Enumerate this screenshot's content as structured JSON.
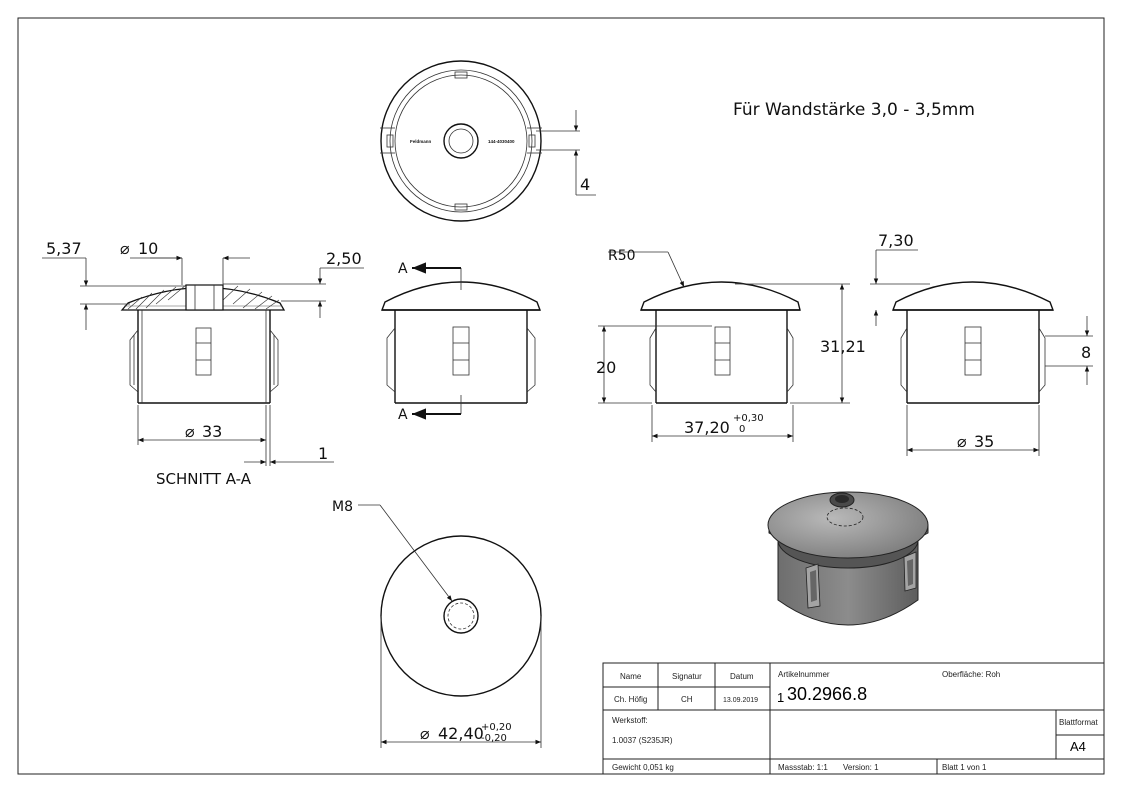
{
  "note": "Für Wandstärke 3,0 - 3,5mm",
  "section_label": "SCHNITT A-A",
  "section_marker": "A",
  "top_view": {
    "text_left": "Feldmann",
    "text_right": "144-4030400",
    "dim_slot": "4"
  },
  "section_view": {
    "dim_5_37": "5,37",
    "dim_dia10": "10",
    "dim_2_50": "2,50",
    "dim_dia33": "33",
    "dim_1": "1"
  },
  "side_view": {
    "radius": "R50",
    "dim_20": "20",
    "dim_31_21": "31,21",
    "dim_37_20": "37,20",
    "tol_37_upper": "+0,30",
    "tol_37_lower": "0"
  },
  "right_view": {
    "dim_7_30": "7,30",
    "dim_8": "8",
    "dim_dia35": "35"
  },
  "bottom_view": {
    "thread": "M8",
    "dim_dia42": "42,40",
    "tol_upper": "+0,20",
    "tol_lower": "-0,20"
  },
  "title_block": {
    "h_name": "Name",
    "h_signatur": "Signatur",
    "h_datum": "Datum",
    "name": "Ch. Höfig",
    "signatur": "CH",
    "datum": "13.09.2019",
    "artikel_label": "Artikelnummer",
    "artikel_prefix": "1",
    "artikel": "30.2966.8",
    "oberflaeche": "Oberfläche:  Roh",
    "werkstoff_label": "Werkstoff:",
    "werkstoff": "1.0037 (S235JR)",
    "blattformat_label": "Blattformat",
    "blattformat": "A4",
    "gewicht": "Gewicht 0,051 kg",
    "massstab": "Massstab: 1:1",
    "version": "Version: 1",
    "blatt": "Blatt 1 von 1"
  }
}
